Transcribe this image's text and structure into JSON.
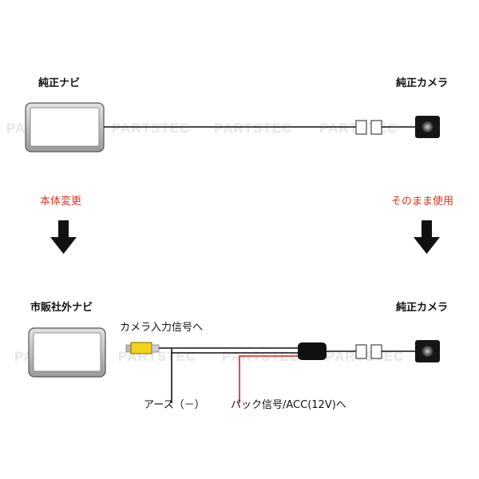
{
  "top": {
    "left_label": "純正ナビ",
    "right_label": "純正カメラ"
  },
  "middle": {
    "left_label": "本体変更",
    "right_label": "そのまま使用"
  },
  "bottom": {
    "left_label": "市販社外ナビ",
    "right_label": "純正カメラ",
    "camera_input_label": "カメラ入力信号へ",
    "ground_label": "アース（－）",
    "acc_label": "バック信号/ACC(12V)へ"
  },
  "watermark": "PARTSTEC",
  "colors": {
    "signal_red": "#e02010",
    "rca_yellow": "#f2d21a",
    "label_red": "#e0301e"
  }
}
